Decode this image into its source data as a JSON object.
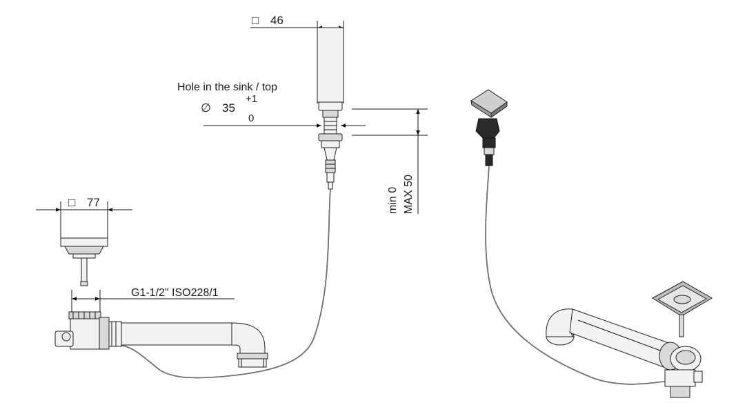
{
  "dimensions": {
    "top_width": {
      "symbol": "□",
      "value": "46"
    },
    "hole_label": "Hole in the sink / top",
    "hole_diameter": {
      "symbol": "∅",
      "value": "35",
      "tol_upper": "+1",
      "tol_lower": "0"
    },
    "thickness": {
      "min": "min 0",
      "max": "MAX 50"
    },
    "plug_width": {
      "symbol": "□",
      "value": "77"
    },
    "thread": "G1-1/2\" ISO228/1"
  },
  "colors": {
    "line": "#111111",
    "part_fill": "#f2f2f2",
    "part_shade": "#d9d9d9",
    "knob_dark": "#2a2a2a"
  }
}
